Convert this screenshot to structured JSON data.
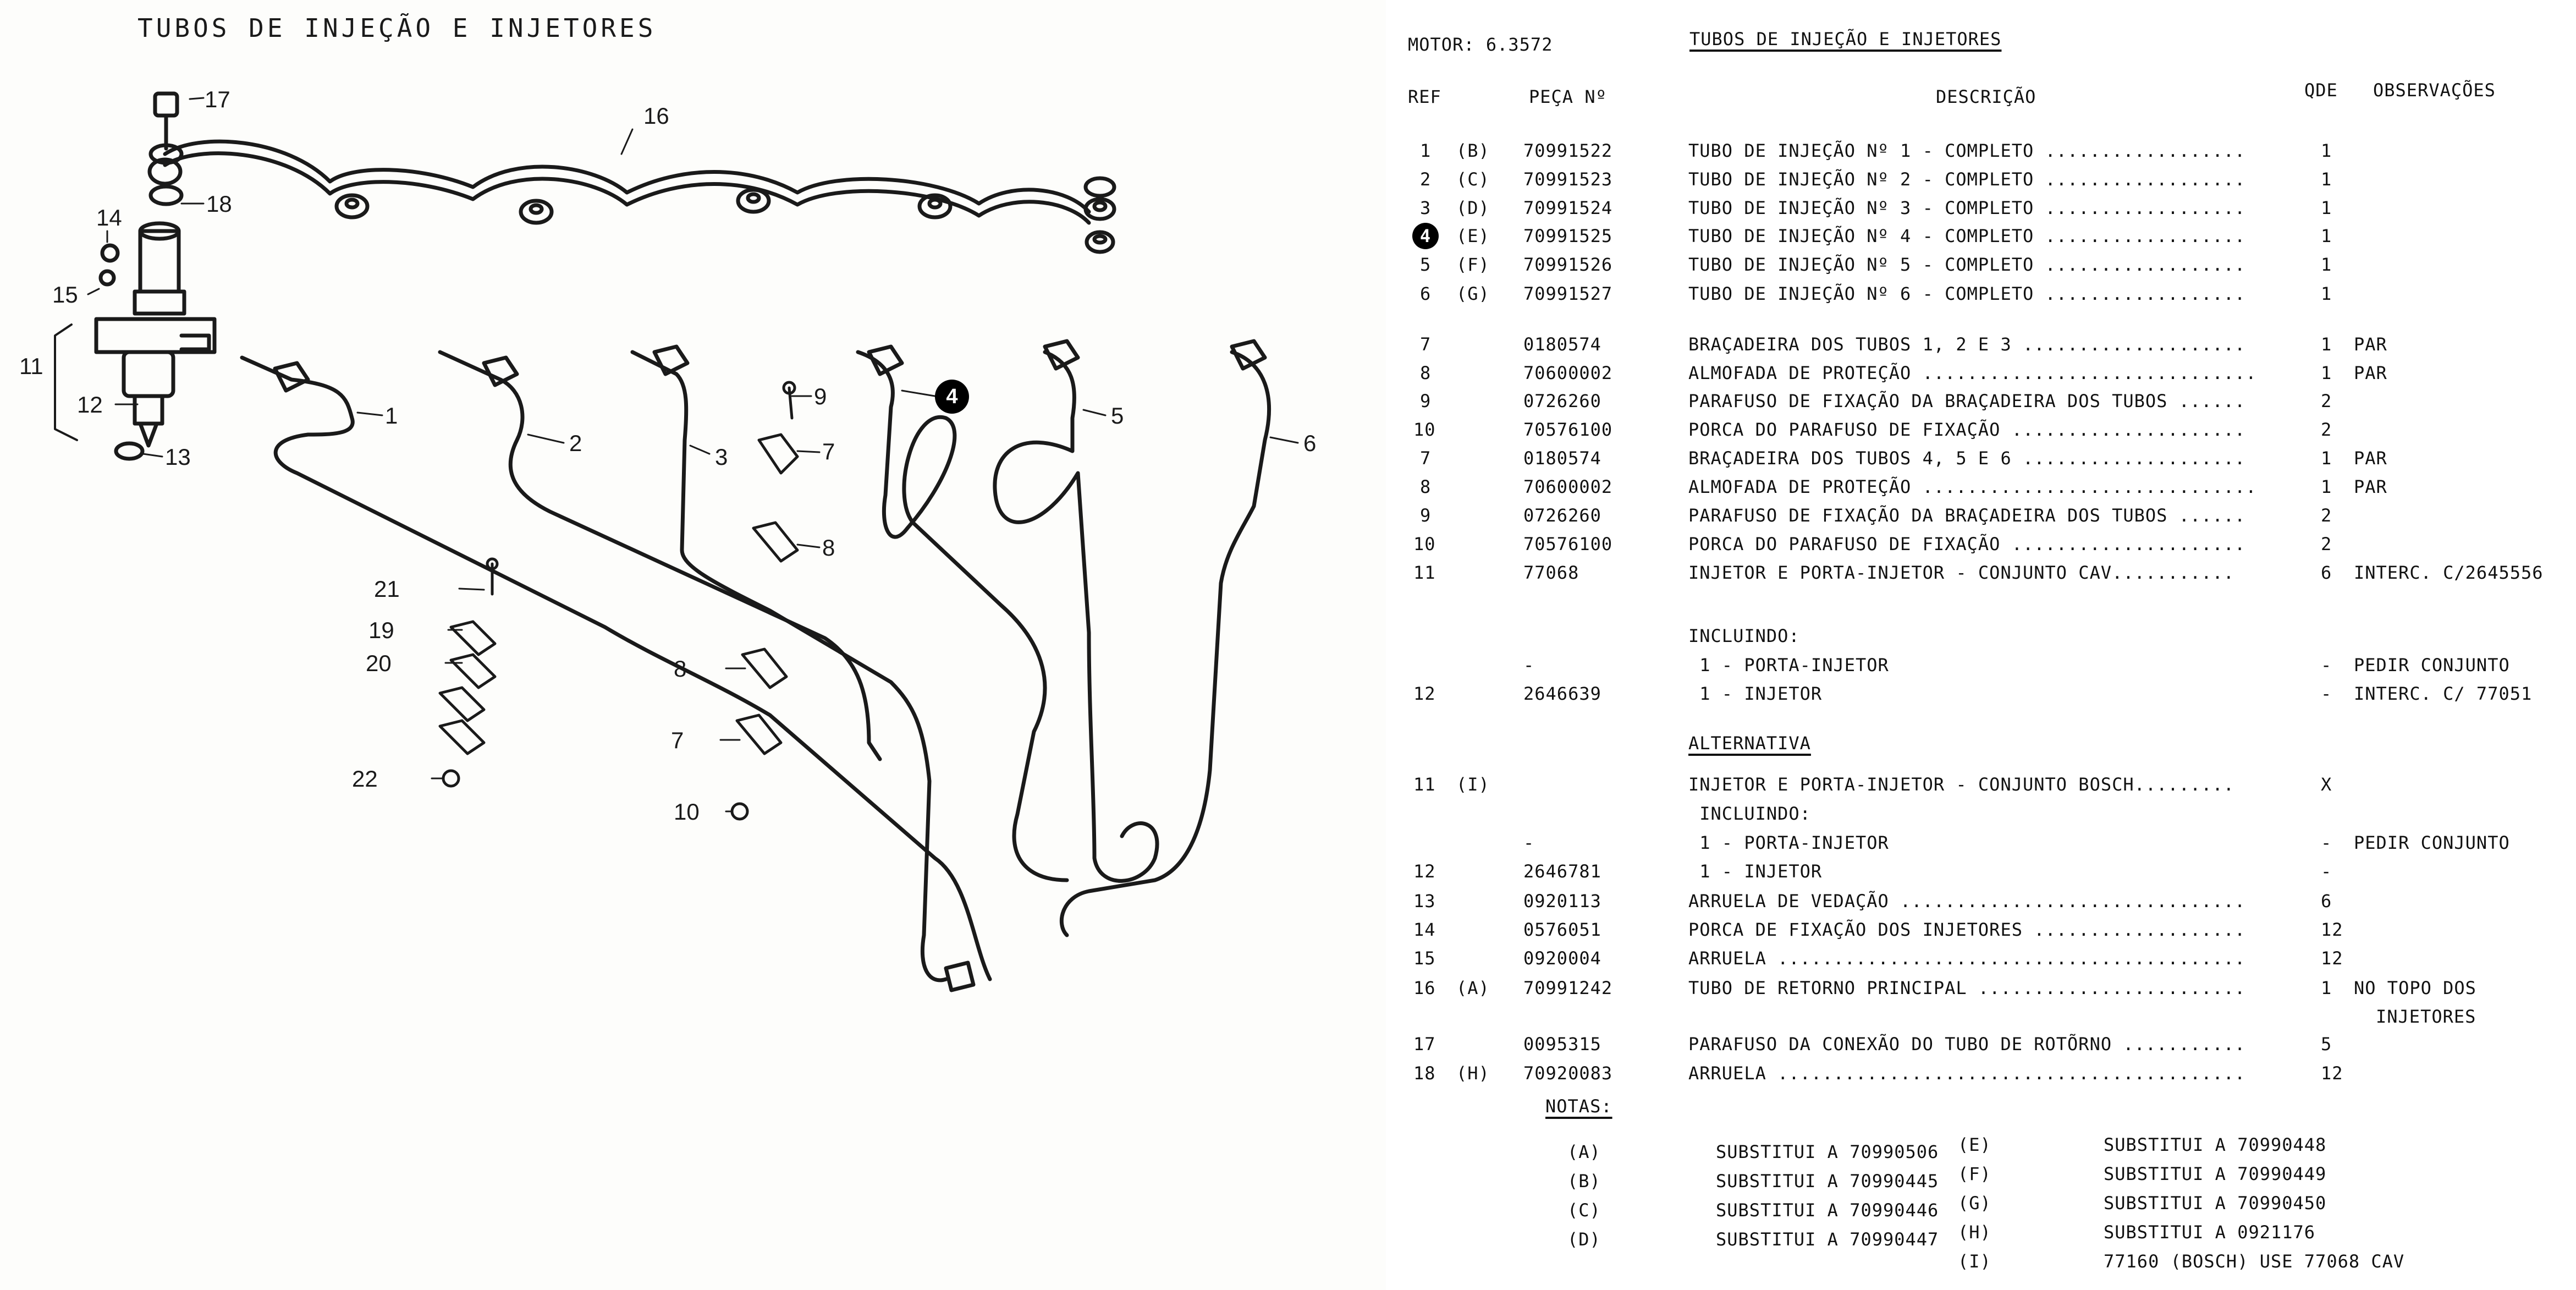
{
  "diagram": {
    "title": "TUBOS DE INJEÇÃO E INJETORES",
    "highlighted_callout": "4",
    "callouts": [
      {
        "label": "17"
      },
      {
        "label": "16"
      },
      {
        "label": "18"
      },
      {
        "label": "14"
      },
      {
        "label": "15"
      },
      {
        "label": "11"
      },
      {
        "label": "12"
      },
      {
        "label": "13"
      },
      {
        "label": "1"
      },
      {
        "label": "2"
      },
      {
        "label": "3"
      },
      {
        "label": "9"
      },
      {
        "label": "4"
      },
      {
        "label": "5"
      },
      {
        "label": "6"
      },
      {
        "label": "7"
      },
      {
        "label": "8"
      },
      {
        "label": "21"
      },
      {
        "label": "19"
      },
      {
        "label": "20"
      },
      {
        "label": "8"
      },
      {
        "label": "7"
      },
      {
        "label": "22"
      },
      {
        "label": "10"
      }
    ]
  },
  "parts_list": {
    "motor_label": "MOTOR: 6.3572",
    "title": "TUBOS DE INJEÇÃO E INJETORES",
    "headers": {
      "ref": "REF",
      "part_no": "PEÇA Nº",
      "description": "DESCRIÇÃO",
      "qty": "QDE",
      "notes": "OBSERVAÇÕES"
    },
    "highlighted_ref": "4",
    "rows": [
      {
        "ref": "1",
        "note": "(B)",
        "part": "70991522",
        "desc": "TUBO DE INJEÇÃO Nº 1 - COMPLETO ..................",
        "qty": "1",
        "obs": ""
      },
      {
        "ref": "2",
        "note": "(C)",
        "part": "70991523",
        "desc": "TUBO DE INJEÇÃO Nº 2 - COMPLETO ..................",
        "qty": "1",
        "obs": ""
      },
      {
        "ref": "3",
        "note": "(D)",
        "part": "70991524",
        "desc": "TUBO DE INJEÇÃO Nº 3 - COMPLETO ..................",
        "qty": "1",
        "obs": ""
      },
      {
        "ref": "4",
        "note": "(E)",
        "part": "70991525",
        "desc": "TUBO DE INJEÇÃO Nº 4 - COMPLETO ..................",
        "qty": "1",
        "obs": ""
      },
      {
        "ref": "5",
        "note": "(F)",
        "part": "70991526",
        "desc": "TUBO DE INJEÇÃO Nº 5 - COMPLETO ..................",
        "qty": "1",
        "obs": ""
      },
      {
        "ref": "6",
        "note": "(G)",
        "part": "70991527",
        "desc": "TUBO DE INJEÇÃO Nº 6 - COMPLETO ..................",
        "qty": "1",
        "obs": ""
      },
      {
        "ref": "7",
        "note": "",
        "part": "0180574",
        "desc": "BRAÇADEIRA DOS TUBOS 1, 2 E 3 ....................",
        "qty": "1",
        "obs": "PAR"
      },
      {
        "ref": "8",
        "note": "",
        "part": "70600002",
        "desc": "ALMOFADA DE PROTEÇÃO ..............................",
        "qty": "1",
        "obs": "PAR"
      },
      {
        "ref": "9",
        "note": "",
        "part": "0726260",
        "desc": "PARAFUSO DE FIXAÇÃO DA BRAÇADEIRA DOS TUBOS ......",
        "qty": "2",
        "obs": ""
      },
      {
        "ref": "10",
        "note": "",
        "part": "70576100",
        "desc": "PORCA DO PARAFUSO DE FIXAÇÃO .....................",
        "qty": "2",
        "obs": ""
      },
      {
        "ref": "7",
        "note": "",
        "part": "0180574",
        "desc": "BRAÇADEIRA DOS TUBOS 4, 5 E 6 ....................",
        "qty": "1",
        "obs": "PAR"
      },
      {
        "ref": "8",
        "note": "",
        "part": "70600002",
        "desc": "ALMOFADA DE PROTEÇÃO ..............................",
        "qty": "1",
        "obs": "PAR"
      },
      {
        "ref": "9",
        "note": "",
        "part": "0726260",
        "desc": "PARAFUSO DE FIXAÇÃO DA BRAÇADEIRA DOS TUBOS ......",
        "qty": "2",
        "obs": ""
      },
      {
        "ref": "10",
        "note": "",
        "part": "70576100",
        "desc": "PORCA DO PARAFUSO DE FIXAÇÃO .....................",
        "qty": "2",
        "obs": ""
      },
      {
        "ref": "11",
        "note": "",
        "part": "77068",
        "desc": "INJETOR E PORTA-INJETOR - CONJUNTO CAV...........",
        "qty": "6",
        "obs": "INTERC. C/2645556"
      },
      {
        "ref": "",
        "note": "",
        "part": "",
        "desc": "INCLUINDO:",
        "qty": "",
        "obs": ""
      },
      {
        "ref": "",
        "note": "",
        "part": "-",
        "desc": " 1 - PORTA-INJETOR",
        "qty": "-",
        "obs": "PEDIR CONJUNTO"
      },
      {
        "ref": "12",
        "note": "",
        "part": "2646639",
        "desc": " 1 - INJETOR",
        "qty": "-",
        "obs": "INTERC. C/ 77051"
      },
      {
        "ref": "",
        "note": "",
        "part": "",
        "desc": "ALTERNATIVA",
        "qty": "",
        "obs": "",
        "underline": true
      },
      {
        "ref": "11",
        "note": "(I)",
        "part": "",
        "desc": "INJETOR E PORTA-INJETOR - CONJUNTO BOSCH.........",
        "qty": "X",
        "obs": ""
      },
      {
        "ref": "",
        "note": "",
        "part": "",
        "desc": " INCLUINDO:",
        "qty": "",
        "obs": ""
      },
      {
        "ref": "",
        "note": "",
        "part": "-",
        "desc": " 1 - PORTA-INJETOR",
        "qty": "-",
        "obs": "PEDIR CONJUNTO"
      },
      {
        "ref": "12",
        "note": "",
        "part": "2646781",
        "desc": " 1 - INJETOR",
        "qty": "-",
        "obs": ""
      },
      {
        "ref": "13",
        "note": "",
        "part": "0920113",
        "desc": "ARRUELA DE VEDAÇÃO ...............................",
        "qty": "6",
        "obs": ""
      },
      {
        "ref": "14",
        "note": "",
        "part": "0576051",
        "desc": "PORCA DE FIXAÇÃO DOS INJETORES ...................",
        "qty": "12",
        "obs": ""
      },
      {
        "ref": "15",
        "note": "",
        "part": "0920004",
        "desc": "ARRUELA ..........................................",
        "qty": "12",
        "obs": ""
      },
      {
        "ref": "16",
        "note": "(A)",
        "part": "70991242",
        "desc": "TUBO DE RETORNO PRINCIPAL ........................",
        "qty": "1",
        "obs": "NO TOPO DOS",
        "obs2": "INJETORES"
      },
      {
        "ref": "17",
        "note": "",
        "part": "0095315",
        "desc": "PARAFUSO DA CONEXÃO DO TUBO DE ROTÕRNO ...........",
        "qty": "5",
        "obs": ""
      },
      {
        "ref": "18",
        "note": "(H)",
        "part": "70920083",
        "desc": "ARRUELA ..........................................",
        "qty": "12",
        "obs": ""
      }
    ],
    "notes_title": "NOTAS:",
    "notes_left": [
      {
        "key": "(A)",
        "text": "SUBSTITUI A 70990506"
      },
      {
        "key": "(B)",
        "text": "SUBSTITUI A 70990445"
      },
      {
        "key": "(C)",
        "text": "SUBSTITUI A 70990446"
      },
      {
        "key": "(D)",
        "text": "SUBSTITUI A 70990447"
      }
    ],
    "notes_right": [
      {
        "key": "(E)",
        "text": "SUBSTITUI A 70990448"
      },
      {
        "key": "(F)",
        "text": "SUBSTITUI A 70990449"
      },
      {
        "key": "(G)",
        "text": "SUBSTITUI A 70990450"
      },
      {
        "key": "(H)",
        "text": "SUBSTITUI A 0921176"
      },
      {
        "key": "(I)",
        "text": "77160 (BOSCH) USE 77068 CAV"
      }
    ]
  }
}
